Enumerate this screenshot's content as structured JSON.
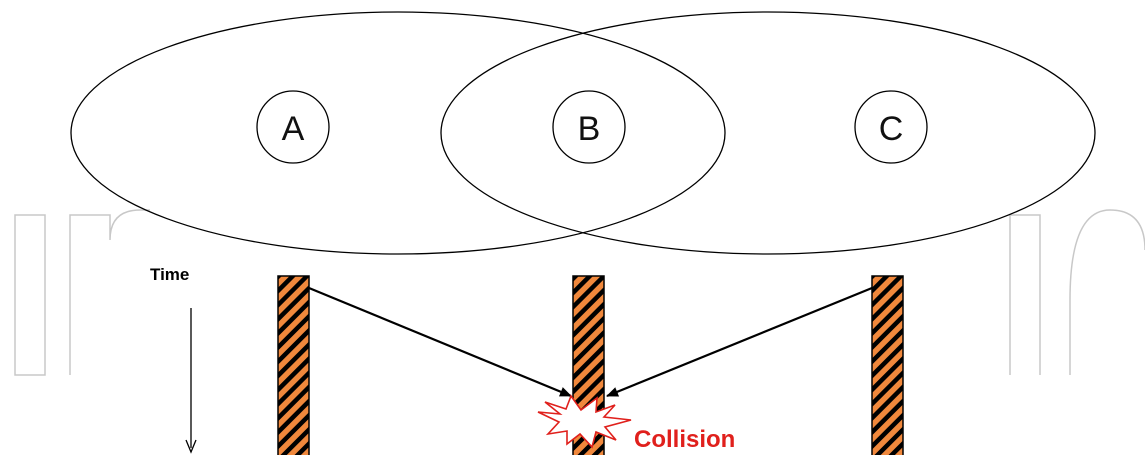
{
  "nodes": [
    {
      "id": "A",
      "label": "A"
    },
    {
      "id": "B",
      "label": "B"
    },
    {
      "id": "C",
      "label": "C"
    }
  ],
  "time_label": "Time",
  "collision_label": "Collision",
  "colors": {
    "stroke": "#000000",
    "bar_fill": "#F0883C",
    "bar_hatch": "#000000",
    "collision_text": "#E0201C",
    "burst_stroke": "#E0201C",
    "watermark": "#c8c8c8"
  },
  "icons": {
    "collision": "burst-icon",
    "time_direction": "arrow-down-icon"
  }
}
